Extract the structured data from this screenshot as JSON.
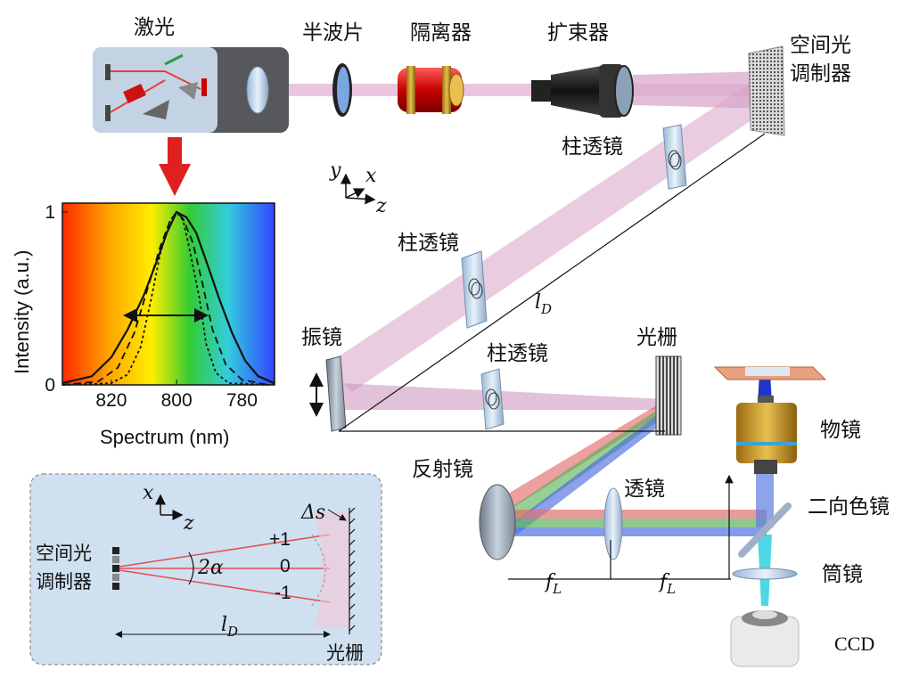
{
  "labels": {
    "laser": "激光",
    "half_wave_plate": "半波片",
    "isolator": "隔离器",
    "beam_expander": "扩束器",
    "slm_line1": "空间光",
    "slm_line2": "调制器",
    "cyl_lens_1": "柱透镜",
    "cyl_lens_2": "柱透镜",
    "cyl_lens_3": "柱透镜",
    "galvo": "振镜",
    "grating": "光栅",
    "mirror": "反射镜",
    "lens": "透镜",
    "objective": "物镜",
    "dichroic": "二向色镜",
    "tube_lens": "筒镜",
    "ccd": "CCD"
  },
  "axes_symbols": {
    "y": "y",
    "x": "x",
    "z": "z"
  },
  "distances": {
    "lD_main": "l",
    "lD_main_sub": "D",
    "fL_left": "f",
    "fL_left_sub": "L",
    "fL_right": "f",
    "fL_right_sub": "L"
  },
  "inset": {
    "axis_x": "x",
    "axis_z": "z",
    "slm_line1": "空间光",
    "slm_line2": "调制器",
    "order_plus1": "+1",
    "order_0": "0",
    "order_minus1": "-1",
    "angle": "2α",
    "delta_s": "Δs",
    "lD": "l",
    "lD_sub": "D",
    "grating": "光栅"
  },
  "chart_data": {
    "type": "line",
    "xlabel": "Spectrum (nm)",
    "ylabel": "Intensity (a.u.)",
    "x_ticks": [
      820,
      800,
      780
    ],
    "y_ticks": [
      0,
      1
    ],
    "xlim": [
      835,
      770
    ],
    "ylim": [
      0,
      1
    ],
    "series": [
      {
        "style": "solid",
        "points": [
          [
            835,
            0.01
          ],
          [
            826,
            0.05
          ],
          [
            820,
            0.16
          ],
          [
            815,
            0.32
          ],
          [
            810,
            0.52
          ],
          [
            806,
            0.72
          ],
          [
            803,
            0.88
          ],
          [
            800,
            1.0
          ],
          [
            797,
            0.97
          ],
          [
            794,
            0.88
          ],
          [
            791,
            0.72
          ],
          [
            787,
            0.5
          ],
          [
            783,
            0.3
          ],
          [
            779,
            0.14
          ],
          [
            775,
            0.05
          ],
          [
            770,
            0.01
          ]
        ]
      },
      {
        "style": "dashed",
        "points": [
          [
            835,
            0.0
          ],
          [
            824,
            0.02
          ],
          [
            818,
            0.1
          ],
          [
            813,
            0.3
          ],
          [
            809,
            0.55
          ],
          [
            805,
            0.8
          ],
          [
            802,
            0.95
          ],
          [
            800,
            1.0
          ],
          [
            798,
            0.96
          ],
          [
            795,
            0.82
          ],
          [
            792,
            0.58
          ],
          [
            789,
            0.32
          ],
          [
            785,
            0.12
          ],
          [
            780,
            0.03
          ],
          [
            772,
            0.0
          ]
        ]
      },
      {
        "style": "dotted",
        "points": [
          [
            835,
            0.0
          ],
          [
            820,
            0.01
          ],
          [
            815,
            0.06
          ],
          [
            811,
            0.22
          ],
          [
            808,
            0.48
          ],
          [
            805,
            0.76
          ],
          [
            802,
            0.95
          ],
          [
            800,
            1.0
          ],
          [
            798,
            0.95
          ],
          [
            796,
            0.78
          ],
          [
            793,
            0.5
          ],
          [
            791,
            0.24
          ],
          [
            788,
            0.07
          ],
          [
            784,
            0.01
          ],
          [
            772,
            0.0
          ]
        ]
      }
    ]
  }
}
